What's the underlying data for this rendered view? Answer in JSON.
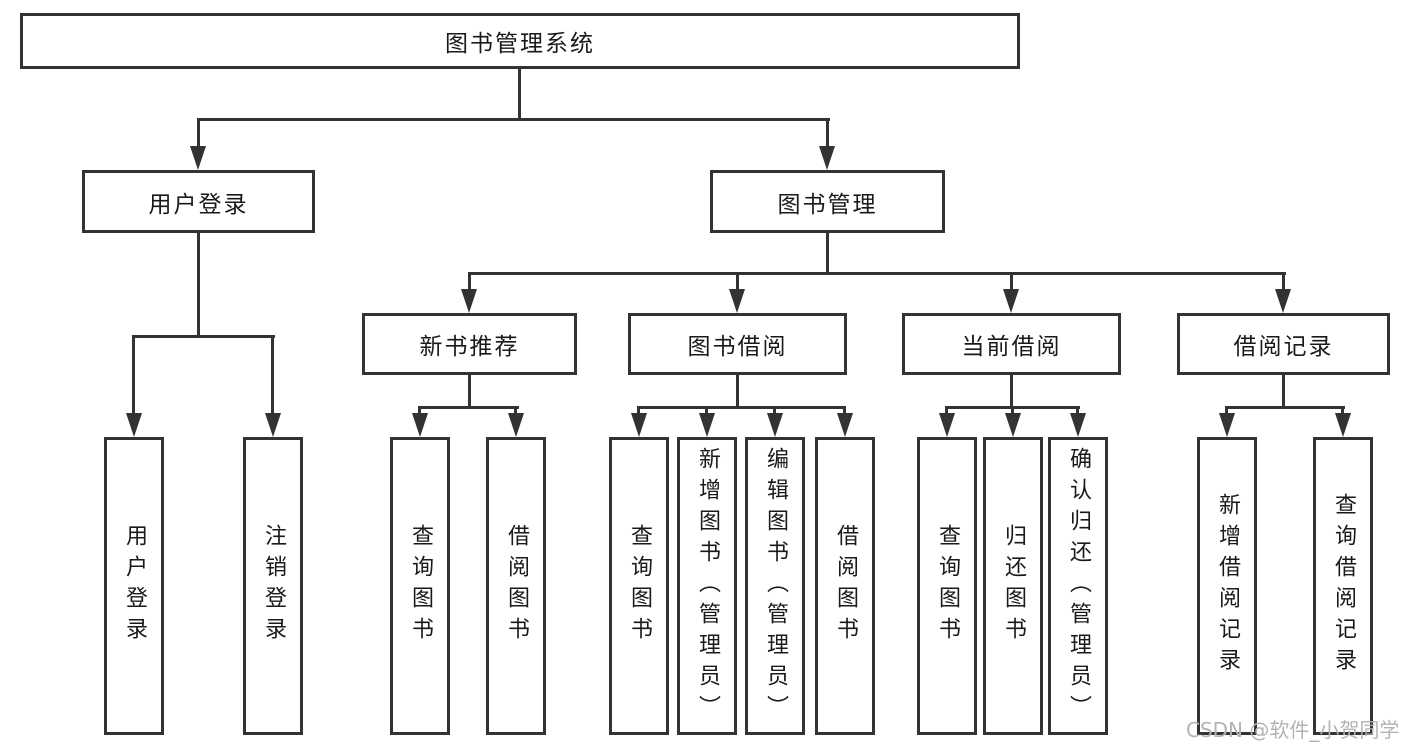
{
  "tree": {
    "root": {
      "label": "图书管理系统"
    },
    "branches": [
      {
        "label": "用户登录",
        "children": [
          {
            "label": "用户登录"
          },
          {
            "label": "注销登录"
          }
        ]
      },
      {
        "label": "图书管理",
        "children": [
          {
            "label": "新书推荐",
            "children": [
              {
                "label": "查询图书"
              },
              {
                "label": "借阅图书"
              }
            ]
          },
          {
            "label": "图书借阅",
            "children": [
              {
                "label": "查询图书"
              },
              {
                "label": "新增图书（管理员）"
              },
              {
                "label": "编辑图书（管理员）"
              },
              {
                "label": "借阅图书"
              }
            ]
          },
          {
            "label": "当前借阅",
            "children": [
              {
                "label": "查询图书"
              },
              {
                "label": "归还图书"
              },
              {
                "label": "确认归还（管理员）"
              }
            ]
          },
          {
            "label": "借阅记录",
            "children": [
              {
                "label": "新增借阅记录"
              },
              {
                "label": "查询借阅记录"
              }
            ]
          }
        ]
      }
    ]
  },
  "watermark": "CSDN @软件_小贺同学",
  "colors": {
    "line": "#333333",
    "text": "#1a1a1a",
    "background": "#ffffff",
    "watermark": "#b3b3b3"
  }
}
